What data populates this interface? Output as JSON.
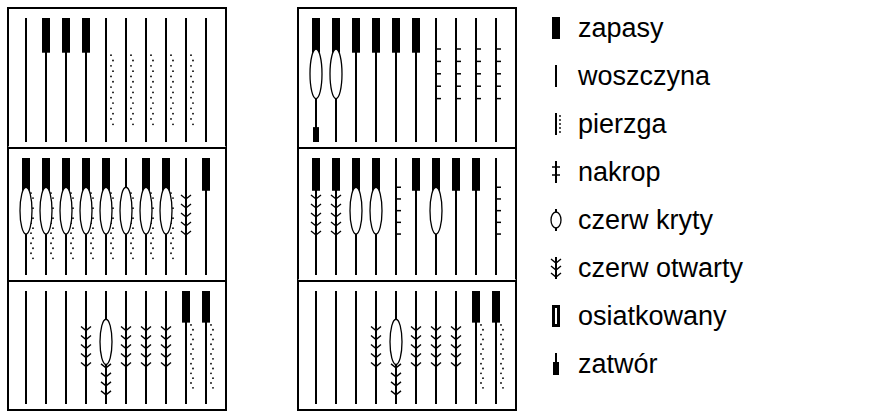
{
  "diagram": {
    "legend": [
      {
        "text": "zapasy"
      },
      {
        "text": "woszczyna"
      },
      {
        "text": "pierzga"
      },
      {
        "text": "nakrop"
      },
      {
        "text": "czerw kryty"
      },
      {
        "text": "czerw otwarty"
      },
      {
        "text": "osiatkowany"
      },
      {
        "text": "zatwór"
      }
    ]
  }
}
